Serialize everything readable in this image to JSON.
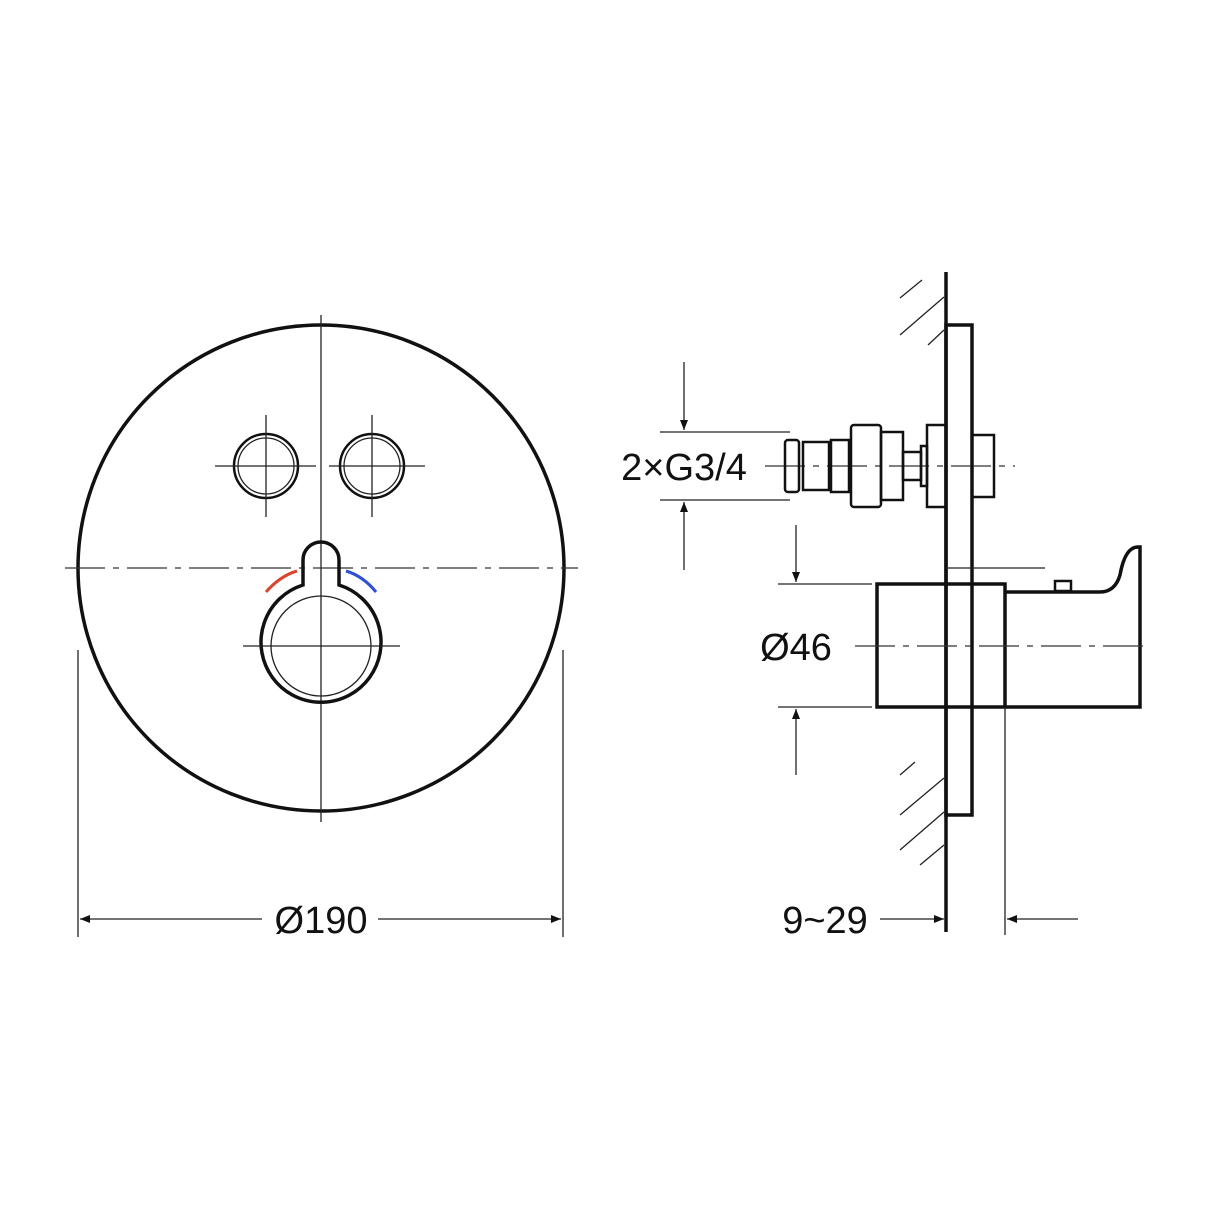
{
  "front_view": {
    "diameter_label": "Ø190",
    "hot_color": "#d9452f",
    "cold_color": "#2f4fd9"
  },
  "side_view": {
    "connection_label": "2×G3/4",
    "handle_diameter_label": "Ø46",
    "projection_label": "9~29"
  }
}
